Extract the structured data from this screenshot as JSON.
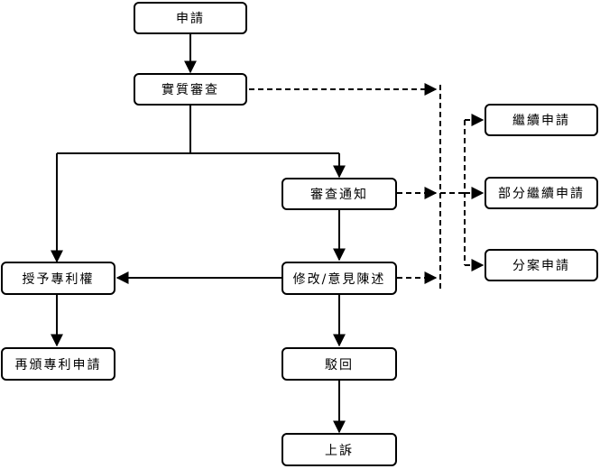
{
  "nodes": {
    "application": "申請",
    "substantive_examination": "實質審查",
    "examination_notice": "審查通知",
    "amendment_response": "修改/意見陳述",
    "rejection": "駁回",
    "appeal": "上訴",
    "grant_patent": "授予專利權",
    "reissue_application": "再頒專利申請",
    "continuation": "繼續申請",
    "continuation_in_part": "部分繼續申請",
    "divisional": "分案申請"
  },
  "colors": {
    "stroke": "#000000",
    "fill": "#ffffff"
  }
}
